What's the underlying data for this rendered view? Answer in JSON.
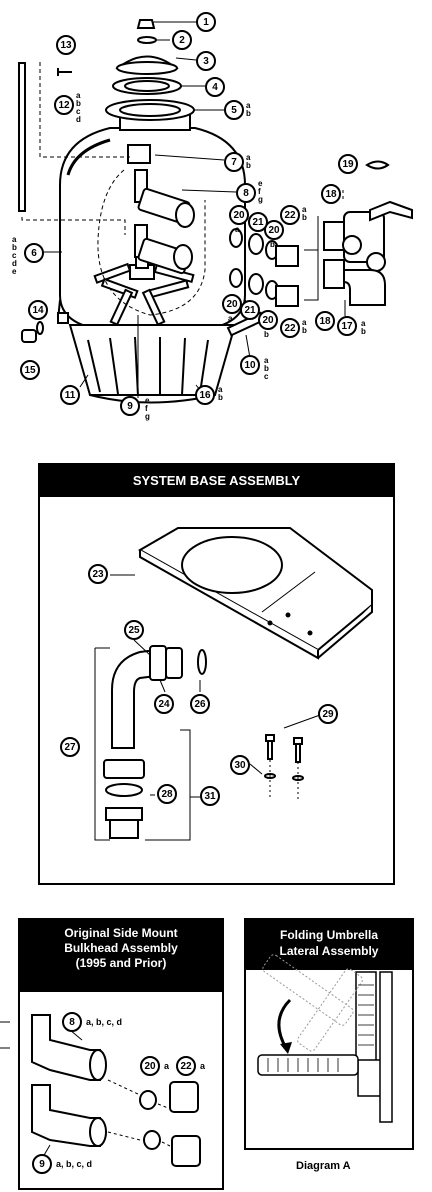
{
  "main_diagram": {
    "callouts": [
      {
        "id": "c1",
        "num": "1",
        "sub": ""
      },
      {
        "id": "c2",
        "num": "2",
        "sub": ""
      },
      {
        "id": "c3",
        "num": "3",
        "sub": ""
      },
      {
        "id": "c4",
        "num": "4",
        "sub": ""
      },
      {
        "id": "c5",
        "num": "5",
        "sub": "a\nb"
      },
      {
        "id": "c6",
        "num": "6",
        "sub": "a\nb\nc\nd\ne"
      },
      {
        "id": "c7",
        "num": "7",
        "sub": "a\nb"
      },
      {
        "id": "c8",
        "num": "8",
        "sub": "e\nf\ng"
      },
      {
        "id": "c9",
        "num": "9",
        "sub": "e\nf\ng"
      },
      {
        "id": "c10",
        "num": "10",
        "sub": "a\nb\nc"
      },
      {
        "id": "c11",
        "num": "11",
        "sub": ""
      },
      {
        "id": "c12",
        "num": "12",
        "sub": "a\nb\nc\nd"
      },
      {
        "id": "c13",
        "num": "13",
        "sub": ""
      },
      {
        "id": "c14",
        "num": "14",
        "sub": ""
      },
      {
        "id": "c15",
        "num": "15",
        "sub": ""
      },
      {
        "id": "c16",
        "num": "16",
        "sub": "a\nb"
      },
      {
        "id": "c17",
        "num": "17",
        "sub": "a\nb"
      },
      {
        "id": "c18a",
        "num": "18",
        "sub": ""
      },
      {
        "id": "c18b",
        "num": "18",
        "sub": ""
      },
      {
        "id": "c19",
        "num": "19",
        "sub": ""
      },
      {
        "id": "c20a",
        "num": "20",
        "sub": "a"
      },
      {
        "id": "c20b",
        "num": "20",
        "sub": "b"
      },
      {
        "id": "c20c",
        "num": "20",
        "sub": "a"
      },
      {
        "id": "c20d",
        "num": "20",
        "sub": "b"
      },
      {
        "id": "c21a",
        "num": "21",
        "sub": ""
      },
      {
        "id": "c21b",
        "num": "21",
        "sub": ""
      },
      {
        "id": "c22a",
        "num": "22",
        "sub": "a\nb"
      },
      {
        "id": "c22b",
        "num": "22",
        "sub": "a\nb"
      }
    ]
  },
  "system_base": {
    "title": "SYSTEM BASE ASSEMBLY",
    "callouts": [
      {
        "id": "c23",
        "num": "23"
      },
      {
        "id": "c24",
        "num": "24"
      },
      {
        "id": "c25",
        "num": "25"
      },
      {
        "id": "c26",
        "num": "26"
      },
      {
        "id": "c27",
        "num": "27"
      },
      {
        "id": "c28",
        "num": "28"
      },
      {
        "id": "c29",
        "num": "29"
      },
      {
        "id": "c30",
        "num": "30"
      },
      {
        "id": "c31",
        "num": "31"
      }
    ]
  },
  "side_mount": {
    "title": "Original Side Mount Bulkhead Assembly (1995 and Prior)",
    "title_lines": [
      "Original Side Mount",
      "Bulkhead Assembly",
      "(1995 and Prior)"
    ],
    "callouts": [
      {
        "id": "s8",
        "num": "8",
        "sub": "a, b, c, d"
      },
      {
        "id": "s9",
        "num": "9",
        "sub": "a, b, c, d"
      },
      {
        "id": "s20",
        "num": "20",
        "sub": "a"
      },
      {
        "id": "s22",
        "num": "22",
        "sub": "a"
      }
    ]
  },
  "umbrella": {
    "title_lines": [
      "Folding Umbrella",
      "Lateral Assembly"
    ],
    "caption": "Diagram A"
  }
}
